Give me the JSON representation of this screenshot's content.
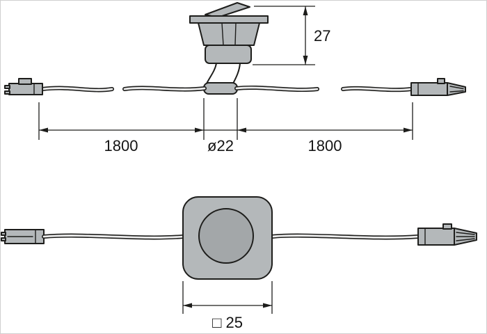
{
  "colors": {
    "background": "#ffffff",
    "line": "#1d1d1b",
    "fill_gray": "#b4b8ba",
    "fill_gray_dark": "#a3a7a9",
    "cable_core": "#ededed"
  },
  "top_view": {
    "height_dim": "27",
    "left_cable_dim": "1800",
    "diameter_dim": "ø22",
    "right_cable_dim": "1800"
  },
  "front_view": {
    "width_dim": "□ 25"
  }
}
